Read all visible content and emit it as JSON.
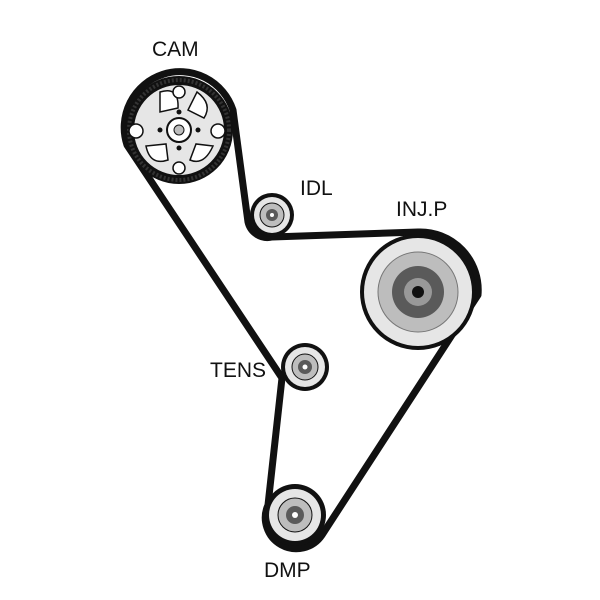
{
  "labels": {
    "cam": "CAM",
    "idler": "IDL",
    "injection_pump": "INJ.P",
    "tensioner": "TENS",
    "damper": "DMP"
  },
  "colors": {
    "belt": "#111111",
    "pulley_light": "#e6e6e6",
    "pulley_mid": "#bdbdbd",
    "pulley_dark": "#5a5a5a",
    "background": "#ffffff"
  }
}
